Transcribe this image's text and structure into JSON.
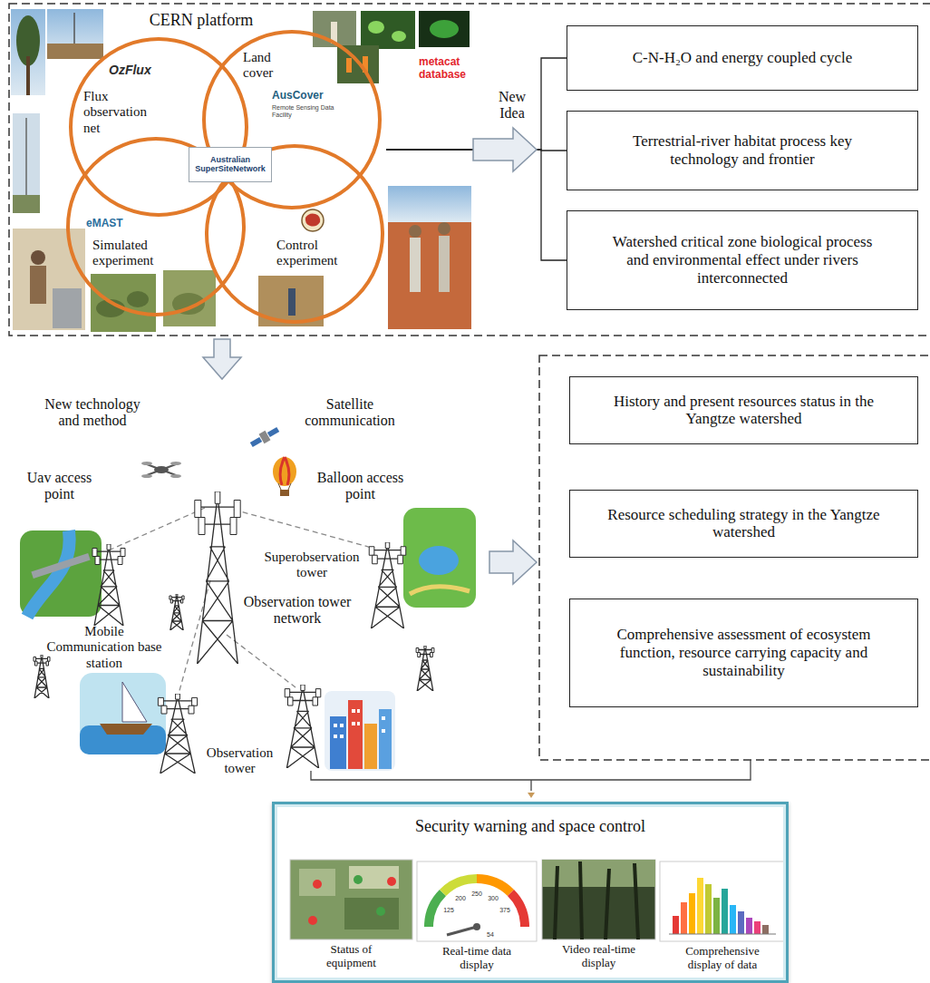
{
  "diagram": {
    "nodes": [
      {
        "text": [
          "CERN platform"
        ]
      },
      {
        "text": [
          "Flux observation net"
        ],
        "in": 0
      },
      {
        "text": [
          "Land cover"
        ],
        "in": 0
      },
      {
        "text": [
          "Simulated experiment"
        ],
        "in": 0
      },
      {
        "text": [
          "Control experiment"
        ],
        "in": 0
      },
      {
        "text": [
          "C-N-H₂O and energy coupled cycle"
        ]
      },
      {
        "text": [
          "Terrestrial-river habitat process key technology and frontier"
        ]
      },
      {
        "text": [
          "Watershed critical zone biological process and environmental effect under rivers interconnected"
        ]
      },
      {
        "text": [
          "History and present resources status in the Yangtze watershed"
        ]
      },
      {
        "text": [
          "Resource scheduling strategy in the Yangtze watershed"
        ]
      },
      {
        "text": [
          "Comprehensive assessment of ecosystem function, resource carrying capacity and sustainability"
        ]
      },
      {
        "text": [
          "Security warning and space control"
        ]
      },
      {
        "text": [
          "Status of equipment"
        ],
        "in": 11
      },
      {
        "text": [
          "Real-time data display"
        ],
        "in": 11
      },
      {
        "text": [
          "Video real-time display"
        ],
        "in": 11
      },
      {
        "text": [
          "Comprehensive display of data"
        ],
        "in": 11
      }
    ],
    "edges": [
      {
        "from": 0,
        "to": 5,
        "arrow": "none"
      },
      {
        "from": 0,
        "to": 6,
        "arrow": "none"
      },
      {
        "from": 0,
        "to": 7,
        "arrow": "none"
      }
    ],
    "labels": [
      "OzFlux",
      "AusCover",
      "Remote Sensing Data Facility",
      "Australian SuperSiteNetwork",
      "eMAST",
      "metacat database",
      "New Idea",
      "New technology and method",
      "Satellite communication",
      "Uav access point",
      "Balloon access point",
      "Superobservation tower",
      "Observation tower network",
      "Mobile Communication base station",
      "Observation tower",
      "125",
      "200",
      "250",
      "300",
      "375",
      "54"
    ]
  }
}
